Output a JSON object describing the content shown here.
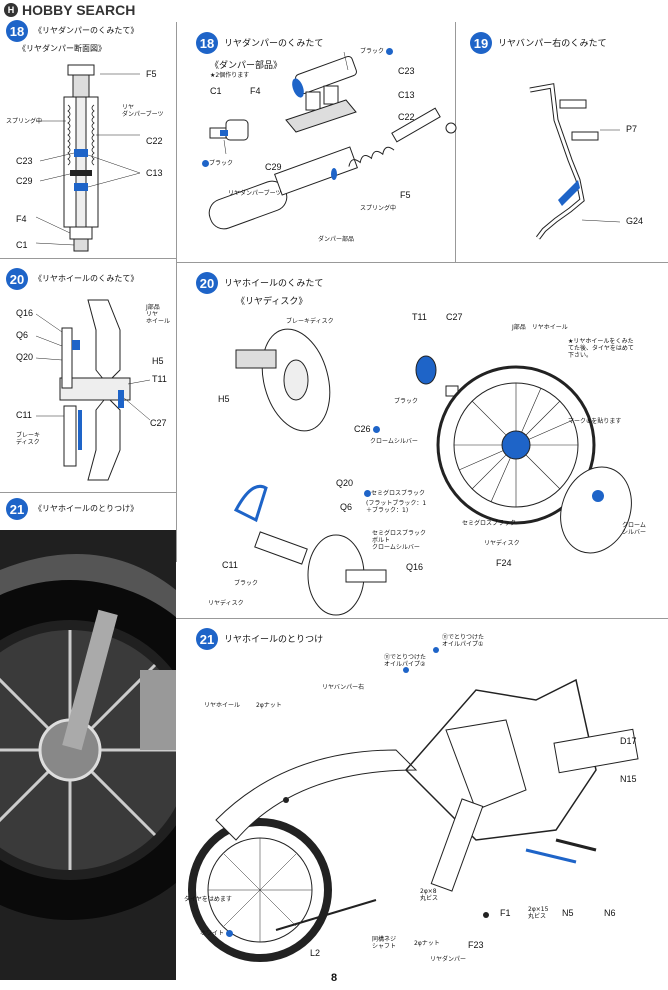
{
  "watermark": {
    "text": "HOBBY SEARCH",
    "badge": "H"
  },
  "left_column": {
    "step18": {
      "num": "18",
      "title": "《リヤダンパーのくみたて》",
      "sub": "《リヤダンパー断面図》",
      "labels": {
        "f5": "F5",
        "riya_damper_boots": "リヤ\nダンパーブーツ",
        "spring": "スプリング中",
        "c22": "C22",
        "c23": "C23",
        "c13": "C13",
        "c29": "C29",
        "f4": "F4",
        "c1": "C1"
      }
    },
    "step20": {
      "num": "20",
      "title": "《リヤホイールのくみたて》",
      "labels": {
        "q16": "Q16",
        "j_part": "J部品\nリヤ\nホイール",
        "q6": "Q6",
        "q20": "Q20",
        "h5": "H5",
        "t11": "T11",
        "c11": "C11",
        "c27": "C27",
        "brake_disc": "ブレーキ\nディスク"
      }
    },
    "step21": {
      "num": "21",
      "title": "《リヤホイールのとりつけ》"
    }
  },
  "step18_main": {
    "num": "18",
    "title": "リヤダンパーのくみたて",
    "labels": {
      "black1": "ブラック",
      "damper_parts": "《ダンパー部品》",
      "two_made": "★2個作ります",
      "c23": "C23",
      "c1": "C1",
      "f4": "F4",
      "c13": "C13",
      "c22": "C22",
      "black2": "ブラック",
      "c29": "C29",
      "boots": "リヤダンパーブーツ",
      "f5": "F5",
      "spring": "スプリング中",
      "damper_part": "ダンパー部品"
    }
  },
  "step19": {
    "num": "19",
    "title": "リヤバンパー右のくみたて",
    "labels": {
      "p7": "P7",
      "g24": "G24"
    }
  },
  "step20_main": {
    "num": "20",
    "title": "リヤホイールのくみたて",
    "labels": {
      "rear_disc": "《リヤディスク》",
      "brake_disc": "ブレーキディスク",
      "t11": "T11",
      "c27": "C27",
      "j_wheel": "J部品　リヤホイール",
      "h5": "H5",
      "black": "ブラック",
      "note": "★リヤホイールをくみた\nてた後、タイヤをはめて\n下さい。",
      "mark": "マーク⑧を貼ります",
      "c26": "C26",
      "chrome_silver": "クロームシルバー",
      "q20": "Q20",
      "semi_gloss_black": "セミグロスブラック",
      "q6": "Q6",
      "flat_black": "(フラットブラック：1\n＋ブラック：1)",
      "semi_gloss2": "セミグロスブラック",
      "semi_gloss3": "セミグロスブラック\nボルト\nクロームシルバー",
      "chrome2": "クローム\nシルバー",
      "c11": "C11",
      "q16": "Q16",
      "black2": "ブラック",
      "rear_disc2": "リヤディスク",
      "rear_disc3": "リヤディスク",
      "f24": "F24"
    }
  },
  "step21_main": {
    "num": "21",
    "title": "リヤホイールのとりつけ",
    "labels": {
      "oil_pipe1": "⑪でとりつけた\nオイルパイプ①",
      "oil_pipe2": "⑪でとりつけた\nオイルパイプ②",
      "rear_bumper_right": "リヤバンパー右",
      "rear_wheel": "リヤホイール",
      "nut1": "2φナット",
      "d17": "D17",
      "n15": "N15",
      "tire": "タイヤをはめます",
      "white": "ホワイト",
      "screw1": "2φ×8\n丸ビス",
      "nut2": "2φナット",
      "screw2": "2φ×15\n丸ビス",
      "f1": "F1",
      "n5": "N5",
      "n6": "N6",
      "l2": "L2",
      "shaft": "同構ネジ\nシャフト",
      "f23": "F23",
      "rear_damper": "リヤダンパー"
    }
  },
  "page_number": "8",
  "colors": {
    "accent": "#1e64c8",
    "line": "#222222"
  }
}
